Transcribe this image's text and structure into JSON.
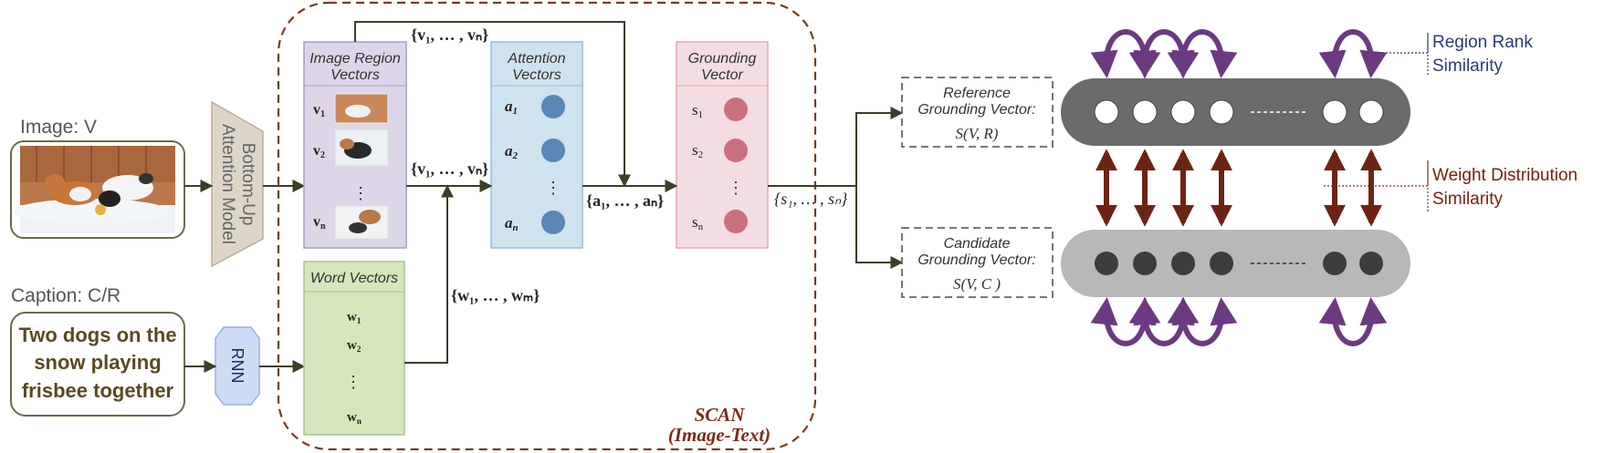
{
  "input": {
    "image_label": "Image: V",
    "caption_label": "Caption: C/R",
    "caption_lines": [
      "Two dogs on the",
      "snow playing",
      "frisbee together"
    ]
  },
  "modules": {
    "bottom_up_lines": [
      "Bottom-Up",
      "Attention Model"
    ],
    "rnn": "RNN"
  },
  "scan": {
    "title": "SCAN",
    "subtitle": "(Image-Text)",
    "region_box": {
      "title_lines": [
        "Image Region",
        "Vectors"
      ],
      "items": [
        "v",
        "v",
        "v"
      ],
      "subs": [
        "1",
        "2",
        "n"
      ]
    },
    "word_box": {
      "title": "Word Vectors",
      "items": [
        "w",
        "w",
        "w"
      ],
      "subs": [
        "1",
        "2",
        "n"
      ]
    },
    "attention_box": {
      "title_lines": [
        "Attention",
        "Vectors"
      ],
      "items": [
        "a",
        "a",
        "a"
      ],
      "subs": [
        "1",
        "2",
        "n"
      ]
    },
    "grounding_box": {
      "title_lines": [
        "Grounding",
        "Vector"
      ],
      "items": [
        "s",
        "s",
        "s"
      ],
      "subs": [
        "1",
        "2",
        "n"
      ]
    },
    "set_v_top": "{v₁, … , vₙ}",
    "set_v_mid": "{v₁, … , vₙ}",
    "set_w": "{w₁, … , wₘ}",
    "set_a": "{a₁, … , aₙ}",
    "set_s": "{s₁, … , sₙ}"
  },
  "right": {
    "reference": {
      "lines": [
        "Reference",
        "Grounding Vector:",
        "S(V, R)"
      ]
    },
    "candidate": {
      "lines": [
        "Candidate",
        "Grounding Vector:",
        "S(V, C )"
      ]
    },
    "region_rank": [
      "Region Rank",
      "Similarity"
    ],
    "weight_dist": [
      "Weight Distribution",
      "Similarity"
    ]
  },
  "colors": {
    "dashed_frame": "#7a3a22",
    "region_fill": "#dcd6e8",
    "word_fill": "#d6e6bd",
    "attention_fill": "#cfe3ee",
    "grounding_fill": "#f4dde2",
    "attention_dot": "#5a86b8",
    "grounding_dot": "#c9707f",
    "purple_arrow": "#5b2a6b",
    "brown_arrow": "#6b2414",
    "dark_pill": "#6b6b6b",
    "light_pill": "#b8b8b8"
  }
}
